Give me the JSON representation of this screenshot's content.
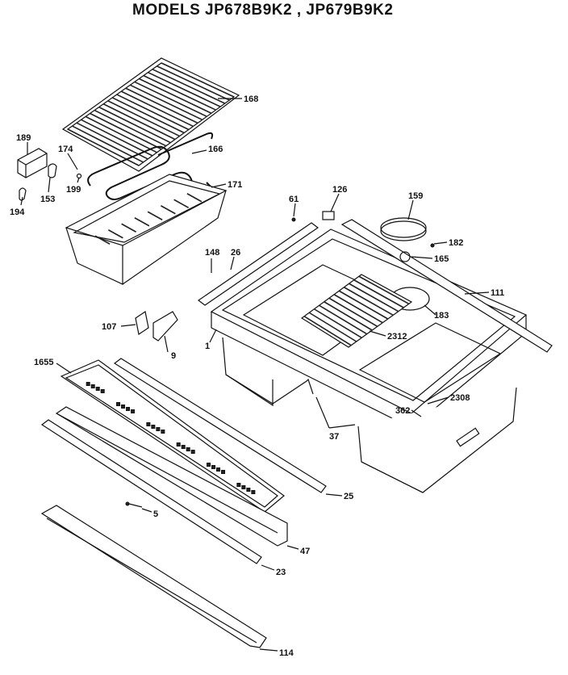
{
  "title": "MODELS JP678B9K2 , JP679B9K2",
  "labels": {
    "p168": "168",
    "p189": "189",
    "p174": "174",
    "p166": "166",
    "p199": "199",
    "p153": "153",
    "p194": "194",
    "p171": "171",
    "p61": "61",
    "p126": "126",
    "p159": "159",
    "p182": "182",
    "p165": "165",
    "p148": "148",
    "p26": "26",
    "p111": "111",
    "p107": "107",
    "p183": "183",
    "p9": "9",
    "p1": "1",
    "p2312": "2312",
    "p1655": "1655",
    "p2308": "2308",
    "p362": "362",
    "p37": "37",
    "p25": "25",
    "p5": "5",
    "p47": "47",
    "p23": "23",
    "p114": "114"
  }
}
